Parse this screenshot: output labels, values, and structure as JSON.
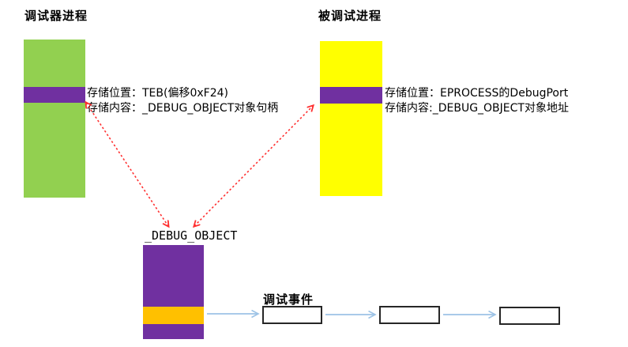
{
  "colors": {
    "green": "#92D050",
    "yellow": "#FFFF00",
    "purple": "#7030A0",
    "orange": "#FFC000",
    "red_arrow": "#FF3030",
    "blue_arrow": "#9DC3E6"
  },
  "debugger_process": {
    "title": "调试器进程",
    "storage_location": "存储位置：TEB(偏移0xF24)",
    "storage_content": "存储内容：_DEBUG_OBJECT对象句柄"
  },
  "debuggee_process": {
    "title": "被调试进程",
    "storage_location": "存储位置：EPROCESS的DebugPort",
    "storage_content": "存储内容:_DEBUG_OBJECT对象地址"
  },
  "debug_object": {
    "label": "_DEBUG_OBJECT"
  },
  "debug_events": {
    "label": "调试事件",
    "node_count": 3
  }
}
